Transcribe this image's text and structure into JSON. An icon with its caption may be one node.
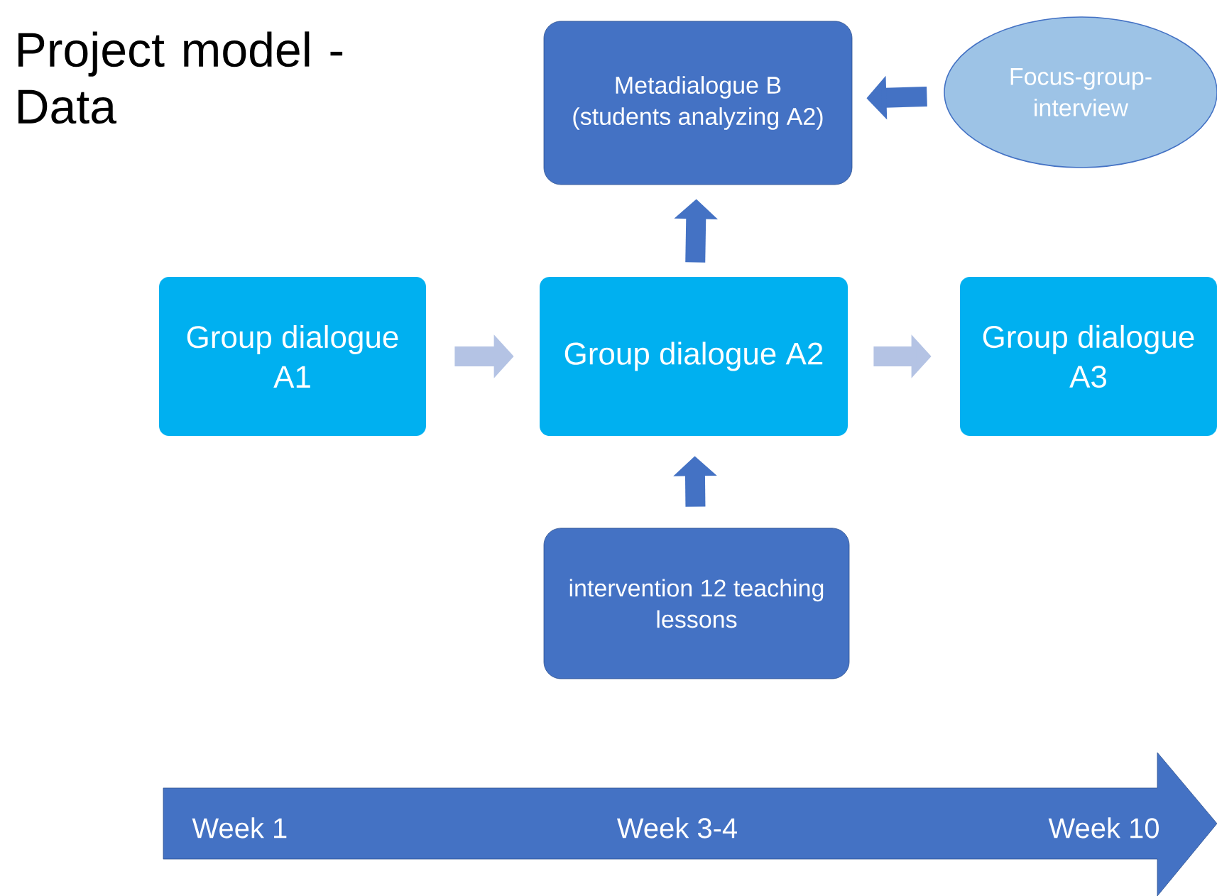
{
  "diagram": {
    "title": "Project model - Data",
    "nodes": [
      {
        "text": [
          "Metadialogue B (students analyzing A2)"
        ]
      },
      {
        "text": [
          "Focus-group-interview"
        ]
      },
      {
        "text": [
          "Group dialogue A1"
        ]
      },
      {
        "text": [
          "Group dialogue A2"
        ]
      },
      {
        "text": [
          "Group dialogue A3"
        ]
      },
      {
        "text": [
          "intervention 12 teaching lessons"
        ]
      },
      {
        "text": [
          "Week 1",
          "Week 3-4",
          "Week 10"
        ]
      }
    ],
    "edges": [
      {
        "from": 1,
        "to": 0,
        "arrow": "to"
      },
      {
        "from": 3,
        "to": 0,
        "arrow": "to"
      },
      {
        "from": 2,
        "to": 3,
        "arrow": "to",
        "color": "#b4c3e4"
      },
      {
        "from": 3,
        "to": 4,
        "arrow": "to",
        "color": "#b4c3e4"
      },
      {
        "from": 5,
        "to": 3,
        "arrow": "to"
      }
    ]
  }
}
